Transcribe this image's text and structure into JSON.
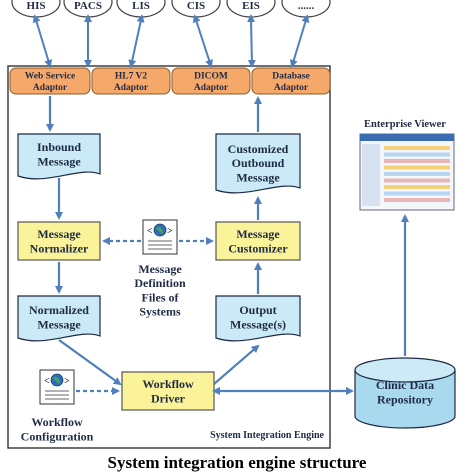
{
  "systems": [
    "HIS",
    "PACS",
    "LIS",
    "CIS",
    "EIS",
    "......"
  ],
  "adaptors": [
    [
      "Web Service",
      "Adaptor"
    ],
    [
      "HL7 V2",
      "Adaptor"
    ],
    [
      "DICOM",
      "Adaptor"
    ],
    [
      "Database",
      "Adaptor"
    ]
  ],
  "nodes": {
    "inbound": [
      "Inbound",
      "Message"
    ],
    "customized_outbound": [
      "Customized",
      "Outbound",
      "Message"
    ],
    "normalizer": [
      "Message",
      "Normalizer"
    ],
    "customizer": [
      "Message",
      "Customizer"
    ],
    "definition_files": [
      "Message",
      "Definition",
      "Files of",
      "Systems"
    ],
    "normalized": [
      "Normalized",
      "Message"
    ],
    "output": [
      "Output",
      "Message(s)"
    ],
    "workflow_driver": [
      "Workflow",
      "Driver"
    ],
    "workflow_configuration": [
      "Workflow",
      "Configuration"
    ],
    "clinic_repository": [
      "Clinic Data",
      "Repository"
    ]
  },
  "engine_label": "System Integration Engine",
  "enterprise_viewer": "Enterprise Viewer",
  "caption": "System integration engine structure",
  "colors": {
    "system_fill": "#ffffff",
    "adaptor_fill": "#f6a86a",
    "message_fill": "#c9eaf6",
    "process_fill": "#fbf39a",
    "cylinder_fill": "#a8d9ef",
    "arrow": "#4f7fbd"
  }
}
